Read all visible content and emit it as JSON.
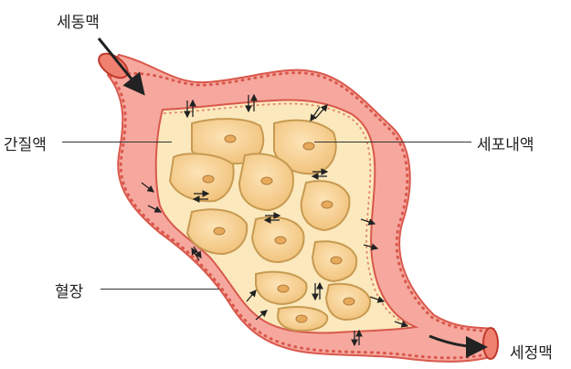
{
  "labels": {
    "artery": "세동맥",
    "interstitial": "간질액",
    "intracellular": "세포내액",
    "plasma": "혈장",
    "vein": "세정맥"
  },
  "colors": {
    "vessel_fill": "#f6a89e",
    "vessel_outline": "#d9584c",
    "interstitial_fill": "#fbe9bd",
    "cell_fill": "#f7cf8e",
    "cell_outline": "#c79a52",
    "nucleus": "#e7a95b",
    "arrow": "#222222"
  },
  "icons": {
    "flow_in": "bold-arrow-icon",
    "flow_out": "bold-arrow-icon",
    "exchange": "double-arrow-icon"
  }
}
